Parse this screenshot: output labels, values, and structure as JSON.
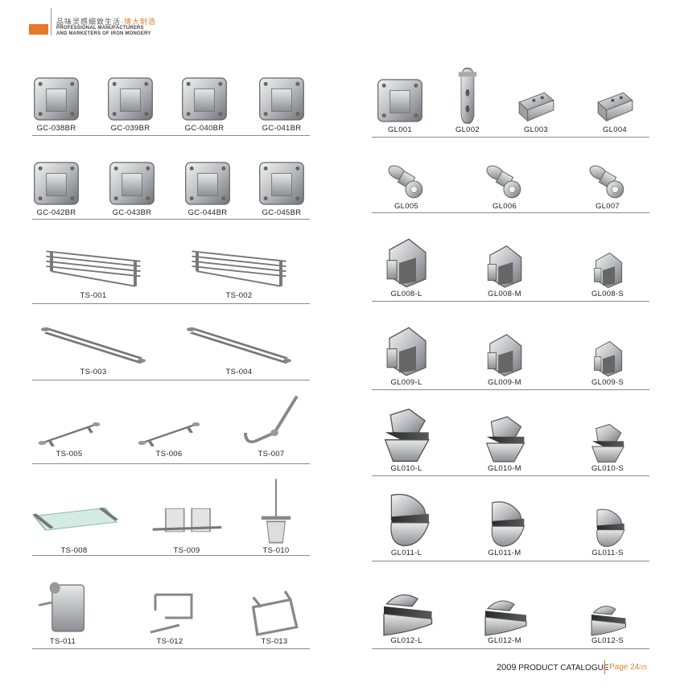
{
  "header": {
    "cn_title": "品味灵感细致生活",
    "cn_accent": "-博大制造",
    "en_line1": "PROFESSIONAL MANUFACTURERS",
    "en_line2": "AND MARKETERS OF IRON MONGERY"
  },
  "left_products": [
    {
      "code": "GC-038BR",
      "kind": "hinge"
    },
    {
      "code": "GC-039BR",
      "kind": "hinge"
    },
    {
      "code": "GC-040BR",
      "kind": "hinge"
    },
    {
      "code": "GC-041BR",
      "kind": "hinge"
    },
    {
      "code": "GC-042BR",
      "kind": "hinge"
    },
    {
      "code": "GC-043BR",
      "kind": "hinge"
    },
    {
      "code": "GC-044BR",
      "kind": "hinge"
    },
    {
      "code": "GC-045BR",
      "kind": "hinge"
    },
    {
      "code": "TS-001",
      "kind": "shelf"
    },
    {
      "code": "TS-002",
      "kind": "shelf"
    },
    {
      "code": "TS-003",
      "kind": "bar"
    },
    {
      "code": "TS-004",
      "kind": "bar"
    },
    {
      "code": "TS-005",
      "kind": "hookbar"
    },
    {
      "code": "TS-006",
      "kind": "hookbar"
    },
    {
      "code": "TS-007",
      "kind": "hook"
    },
    {
      "code": "TS-008",
      "kind": "glassshelf"
    },
    {
      "code": "TS-009",
      "kind": "cups"
    },
    {
      "code": "TS-010",
      "kind": "brush"
    },
    {
      "code": "TS-011",
      "kind": "paper"
    },
    {
      "code": "TS-012",
      "kind": "paper2"
    },
    {
      "code": "TS-013",
      "kind": "ring"
    }
  ],
  "right_products": [
    {
      "code": "GL001",
      "kind": "hinge"
    },
    {
      "code": "GL002",
      "kind": "plate"
    },
    {
      "code": "GL003",
      "kind": "clamp"
    },
    {
      "code": "GL004",
      "kind": "clamp"
    },
    {
      "code": "GL005",
      "kind": "knob"
    },
    {
      "code": "GL006",
      "kind": "knob"
    },
    {
      "code": "GL007",
      "kind": "knob"
    },
    {
      "code": "GL008-L",
      "kind": "bracket"
    },
    {
      "code": "GL008-M",
      "kind": "bracket"
    },
    {
      "code": "GL008-S",
      "kind": "bracket"
    },
    {
      "code": "GL009-L",
      "kind": "bracket"
    },
    {
      "code": "GL009-M",
      "kind": "bracket"
    },
    {
      "code": "GL009-S",
      "kind": "bracket"
    },
    {
      "code": "GL010-L",
      "kind": "pelican"
    },
    {
      "code": "GL010-M",
      "kind": "pelican"
    },
    {
      "code": "GL010-S",
      "kind": "pelican"
    },
    {
      "code": "GL011-L",
      "kind": "round"
    },
    {
      "code": "GL011-M",
      "kind": "round"
    },
    {
      "code": "GL011-S",
      "kind": "round"
    },
    {
      "code": "GL012-L",
      "kind": "wedge"
    },
    {
      "code": "GL012-M",
      "kind": "wedge"
    },
    {
      "code": "GL012-S",
      "kind": "wedge"
    }
  ],
  "footer": {
    "year": "2009",
    "catalogue": "PRODUCT CATALOGUE",
    "page": "Page 24",
    "page_total": "/25"
  }
}
